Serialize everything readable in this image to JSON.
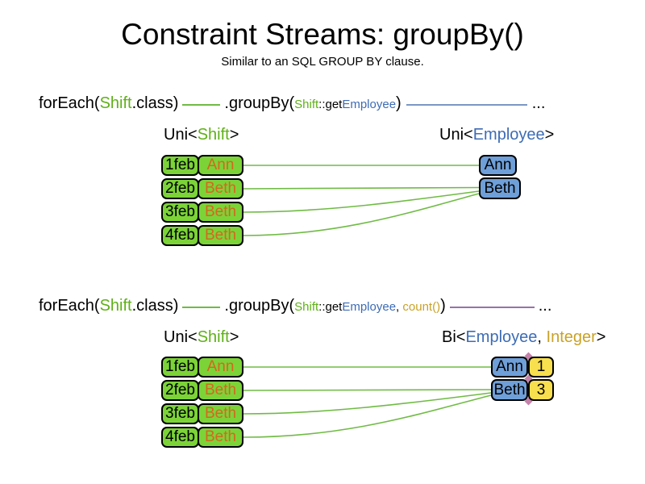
{
  "title": "Constraint Streams: groupBy()",
  "subtitle": "Similar to an SQL GROUP BY clause.",
  "colors": {
    "green_text": "#5fb018",
    "green_fill": "#7cd338",
    "green_line": "#70bb45",
    "orange_text": "#d2691e",
    "blue_text": "#3d6cb4",
    "blue_fill": "#6f9fd8",
    "blue_line": "#7b97c6",
    "gold_text": "#c9a227",
    "yellow_fill": "#f7df4e",
    "purple_line": "#9673a6",
    "diamond": "#c583ab"
  },
  "section1": {
    "code": {
      "foreach_open": "forEach(",
      "foreach_type": "Shift",
      "foreach_close": ".class)",
      "groupby_open": ".groupBy(",
      "param_type": "Shift",
      "param_method": "::get",
      "param_target": "Employee",
      "groupby_close": ")",
      "ellipsis": "..."
    },
    "left_label": {
      "open": "Uni<",
      "type": "Shift",
      "close": ">"
    },
    "right_label": {
      "open": "Uni<",
      "type": "Employee",
      "close": ">"
    },
    "rows": [
      {
        "date": "1feb",
        "employee": "Ann"
      },
      {
        "date": "2feb",
        "employee": "Beth"
      },
      {
        "date": "3feb",
        "employee": "Beth"
      },
      {
        "date": "4feb",
        "employee": "Beth"
      }
    ],
    "results": [
      {
        "employee": "Ann"
      },
      {
        "employee": "Beth"
      }
    ]
  },
  "section2": {
    "code": {
      "foreach_open": "forEach(",
      "foreach_type": "Shift",
      "foreach_close": ".class)",
      "groupby_open": ".groupBy(",
      "param_type": "Shift",
      "param_method": "::get",
      "param_target": "Employee",
      "param_separator": ", ",
      "param_collector": "count()",
      "groupby_close": ")",
      "ellipsis": "..."
    },
    "left_label": {
      "open": "Uni<",
      "type": "Shift",
      "close": ">"
    },
    "right_label": {
      "open": "Bi<",
      "type1": "Employee",
      "separator": ", ",
      "type2": "Integer",
      "close": ">"
    },
    "rows": [
      {
        "date": "1feb",
        "employee": "Ann"
      },
      {
        "date": "2feb",
        "employee": "Beth"
      },
      {
        "date": "3feb",
        "employee": "Beth"
      },
      {
        "date": "4feb",
        "employee": "Beth"
      }
    ],
    "results": [
      {
        "employee": "Ann",
        "count": "1"
      },
      {
        "employee": "Beth",
        "count": "3"
      }
    ]
  }
}
